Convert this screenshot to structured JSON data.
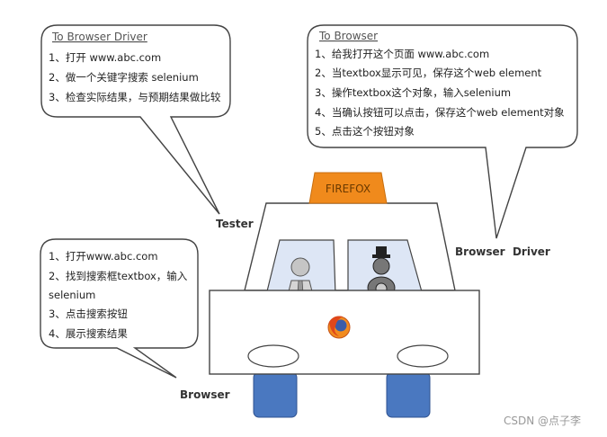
{
  "bubbles": {
    "tester": {
      "title": "To Browser Driver",
      "lines": [
        "1、打开 www.abc.com",
        "2、做一个关键字搜索 selenium",
        "3、检查实际结果，与预期结果做比较"
      ]
    },
    "browser_driver": {
      "title": "To Browser",
      "lines": [
        "1、给我打开这个页面 www.abc.com",
        "2、当textbox显示可见，保存这个web element",
        "3、操作textbox这个对象，输入selenium",
        "4、当确认按钮可以点击，保存这个web element对象",
        "5、点击这个按钮对象"
      ]
    },
    "browser": {
      "lines": [
        "1、打开www.abc.com",
        "2、找到搜索框textbox，输入",
        "selenium",
        "3、点击搜索按钮",
        "4、展示搜索结果"
      ]
    }
  },
  "labels": {
    "tester": "Tester",
    "browser_driver": "Browser  Driver",
    "browser": "Browser",
    "car_sign": "FIREFOX"
  },
  "watermark": "CSDN @点子李",
  "colors": {
    "sign_orange": "#f08a1c",
    "wheel_blue": "#4a78c0",
    "window_blue": "#dde6f5",
    "outline": "#444444"
  }
}
